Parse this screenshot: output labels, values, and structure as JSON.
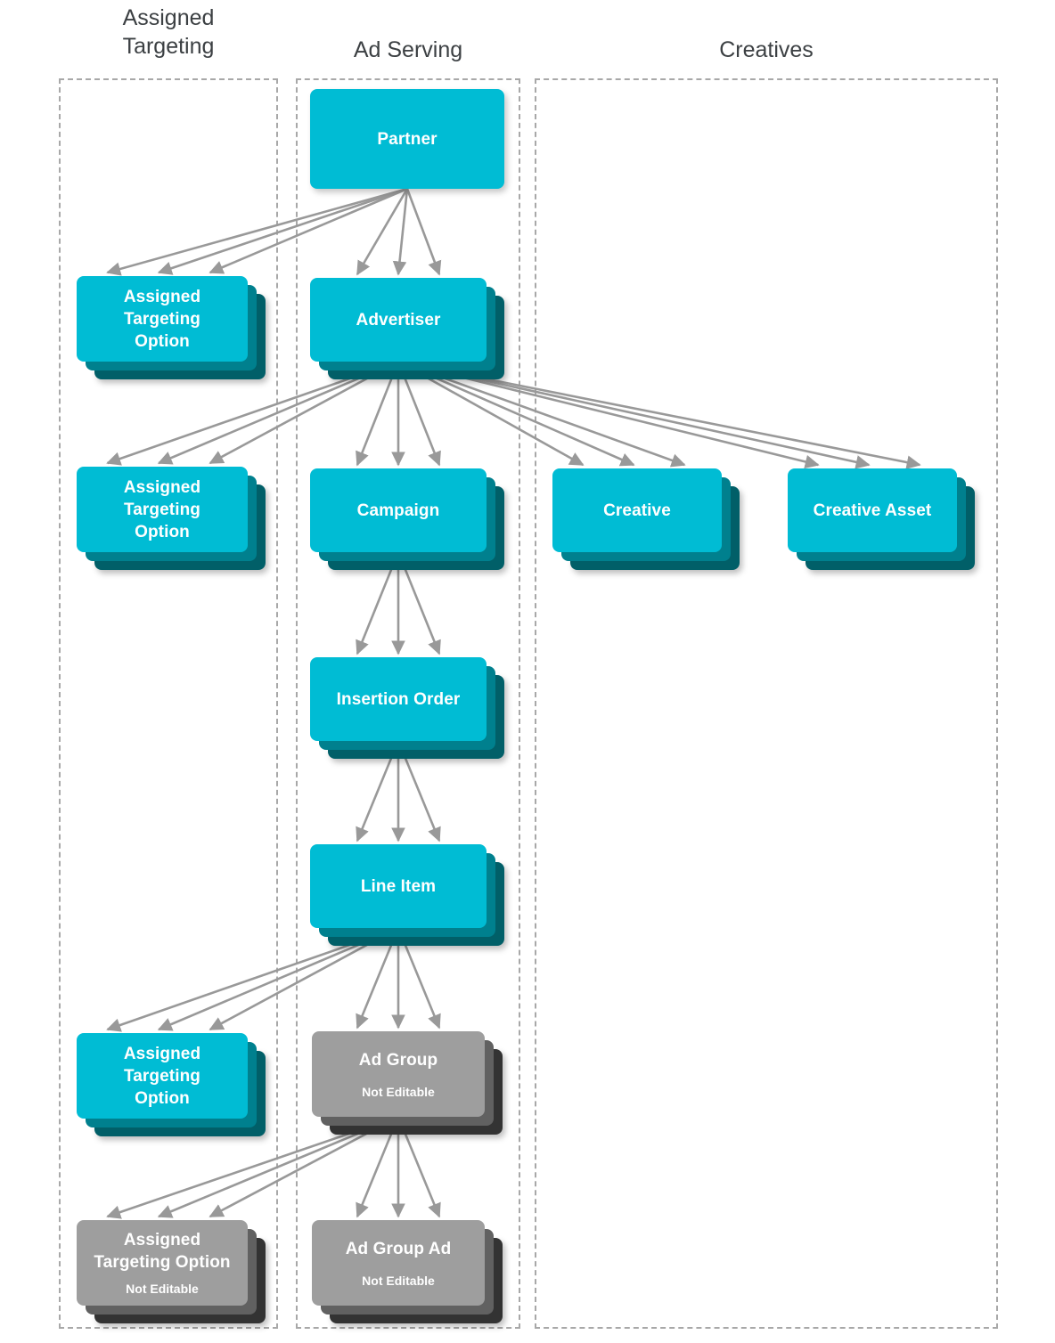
{
  "columns": [
    {
      "id": "assigned-targeting",
      "label": "Assigned\nTargeting",
      "label_line1": "Assigned",
      "label_line2": "Targeting"
    },
    {
      "id": "ad-serving",
      "label": "Ad Serving"
    },
    {
      "id": "creatives",
      "label": "Creatives"
    }
  ],
  "colors": {
    "node_cyan": "#00bcd4",
    "node_cyan_stack_mid": "#00808e",
    "node_cyan_stack_back": "#015f68",
    "node_gray": "#9e9e9e",
    "node_gray_stack_mid": "#616161",
    "node_gray_stack_back": "#333333",
    "arrow": "#999999",
    "group_border": "#a8a8a8",
    "header_text": "#3c4043",
    "node_text": "#ffffff",
    "background": "#ffffff"
  },
  "nodes": [
    {
      "id": "partner",
      "label": "Partner",
      "column": "ad-serving",
      "style": "cyan",
      "stacked": false,
      "sublabel": ""
    },
    {
      "id": "ato-partner",
      "label": "Assigned\nTargeting\nOption",
      "lines": [
        "Assigned",
        "Targeting",
        "Option"
      ],
      "column": "assigned-targeting",
      "style": "cyan",
      "stacked": true,
      "sublabel": ""
    },
    {
      "id": "advertiser",
      "label": "Advertiser",
      "column": "ad-serving",
      "style": "cyan",
      "stacked": true,
      "sublabel": ""
    },
    {
      "id": "ato-advertiser",
      "label": "Assigned\nTargeting\nOption",
      "lines": [
        "Assigned",
        "Targeting",
        "Option"
      ],
      "column": "assigned-targeting",
      "style": "cyan",
      "stacked": true,
      "sublabel": ""
    },
    {
      "id": "campaign",
      "label": "Campaign",
      "column": "ad-serving",
      "style": "cyan",
      "stacked": true,
      "sublabel": ""
    },
    {
      "id": "creative",
      "label": "Creative",
      "column": "creatives",
      "style": "cyan",
      "stacked": true,
      "sublabel": ""
    },
    {
      "id": "creative-asset",
      "label": "Creative Asset",
      "column": "creatives",
      "style": "cyan",
      "stacked": true,
      "sublabel": ""
    },
    {
      "id": "insertion-order",
      "label": "Insertion Order",
      "column": "ad-serving",
      "style": "cyan",
      "stacked": true,
      "sublabel": ""
    },
    {
      "id": "line-item",
      "label": "Line Item",
      "column": "ad-serving",
      "style": "cyan",
      "stacked": true,
      "sublabel": ""
    },
    {
      "id": "ato-line-item",
      "label": "Assigned\nTargeting\nOption",
      "lines": [
        "Assigned",
        "Targeting",
        "Option"
      ],
      "column": "assigned-targeting",
      "style": "cyan",
      "stacked": true,
      "sublabel": ""
    },
    {
      "id": "ad-group",
      "label": "Ad Group",
      "column": "ad-serving",
      "style": "gray",
      "stacked": true,
      "sublabel": "Not Editable"
    },
    {
      "id": "ato-ad-group",
      "label": "Assigned\nTargeting Option",
      "lines": [
        "Assigned",
        "Targeting Option"
      ],
      "column": "assigned-targeting",
      "style": "gray",
      "stacked": true,
      "sublabel": "Not Editable"
    },
    {
      "id": "ad-group-ad",
      "label": "Ad Group Ad",
      "column": "ad-serving",
      "style": "gray",
      "stacked": true,
      "sublabel": "Not Editable"
    }
  ],
  "edges": [
    {
      "from": "partner",
      "to": "ato-partner",
      "multiplicity": 3
    },
    {
      "from": "partner",
      "to": "advertiser",
      "multiplicity": 3
    },
    {
      "from": "advertiser",
      "to": "ato-advertiser",
      "multiplicity": 3
    },
    {
      "from": "advertiser",
      "to": "campaign",
      "multiplicity": 3
    },
    {
      "from": "advertiser",
      "to": "creative",
      "multiplicity": 3
    },
    {
      "from": "advertiser",
      "to": "creative-asset",
      "multiplicity": 3
    },
    {
      "from": "campaign",
      "to": "insertion-order",
      "multiplicity": 3
    },
    {
      "from": "insertion-order",
      "to": "line-item",
      "multiplicity": 3
    },
    {
      "from": "line-item",
      "to": "ato-line-item",
      "multiplicity": 3
    },
    {
      "from": "line-item",
      "to": "ad-group",
      "multiplicity": 3
    },
    {
      "from": "ad-group",
      "to": "ato-ad-group",
      "multiplicity": 3
    },
    {
      "from": "ad-group",
      "to": "ad-group-ad",
      "multiplicity": 3
    }
  ]
}
